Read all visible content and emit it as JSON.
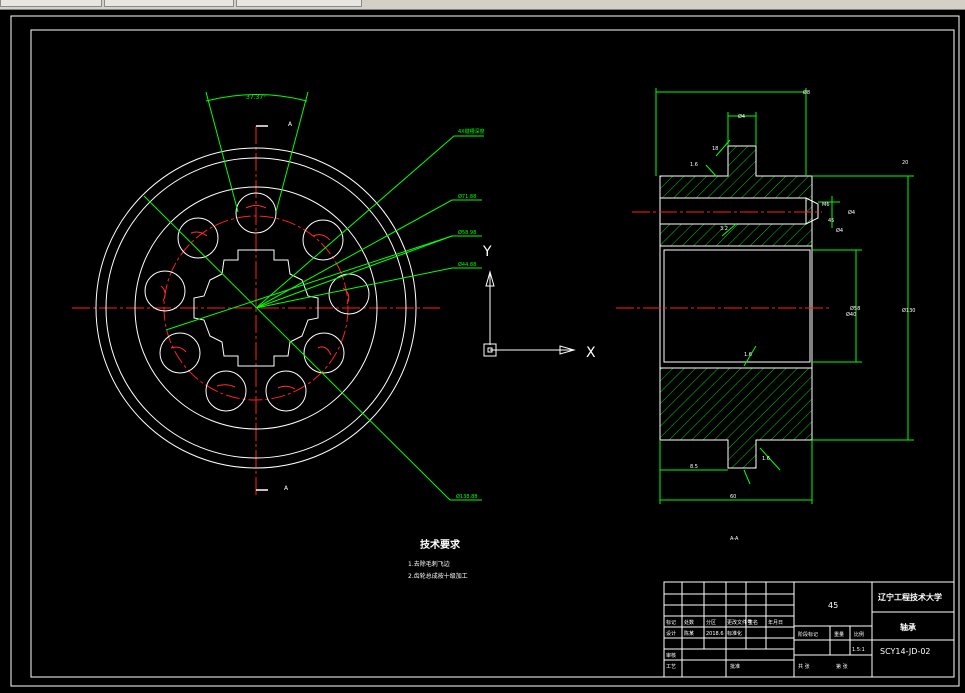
{
  "toolbar": {
    "tabs": [
      "",
      "",
      ""
    ]
  },
  "drawing": {
    "front_view": {
      "angle_dim": "37.37°",
      "section_mark_top": "A",
      "section_mark_bottom": "A",
      "leaders": [
        "4X键槽深度",
        "Ø71.88",
        "Ø58.98",
        "Ø44.88",
        "Ø138.88"
      ]
    },
    "ucs": {
      "y": "Y",
      "x": "X"
    },
    "section_view": {
      "label": "A-A",
      "dims": [
        "Ø8",
        "Ø4",
        "18",
        "1.6",
        "3.2",
        "M6",
        "Ø4",
        "45",
        "Ø4",
        "20",
        "Ø130",
        "Ø58",
        "Ø40",
        "1.6",
        "1.6",
        "8.5",
        "60"
      ]
    },
    "tech_req": {
      "title": "技术要求",
      "lines": [
        "1.去除毛刺飞边",
        "2.齿轮总成按十级加工"
      ]
    },
    "title_block": {
      "material": "45",
      "school": "辽宁工程技术大学",
      "part_name": "轴承",
      "drawing_no": "SCY14-JD-02",
      "cells": [
        "标记",
        "处数",
        "分区",
        "更改文件号",
        "签名",
        "年月日",
        "设计",
        "陈某",
        "2018.6",
        "标准化",
        "审核",
        "工艺",
        "批准",
        "阶段标记",
        "重量",
        "比例",
        "1.5:1",
        "共 张",
        "第 张"
      ]
    }
  }
}
